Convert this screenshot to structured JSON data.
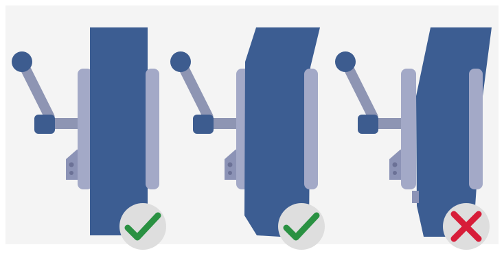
{
  "colors": {
    "background": "#f4f4f4",
    "board": "#3c5d92",
    "clamp_light": "#a3a9c7",
    "clamp_mid": "#8c93b6",
    "lever": "#8e95b3",
    "knob": "#3d5c8f",
    "badge_bg": "#dedede",
    "correct": "#2a9142",
    "incorrect": "#d71d39"
  },
  "panels": [
    {
      "id": "straight",
      "result": "correct",
      "icon": "check-mark-icon"
    },
    {
      "id": "angled",
      "result": "correct",
      "icon": "check-mark-icon"
    },
    {
      "id": "warped",
      "result": "incorrect",
      "icon": "cross-mark-icon"
    }
  ]
}
